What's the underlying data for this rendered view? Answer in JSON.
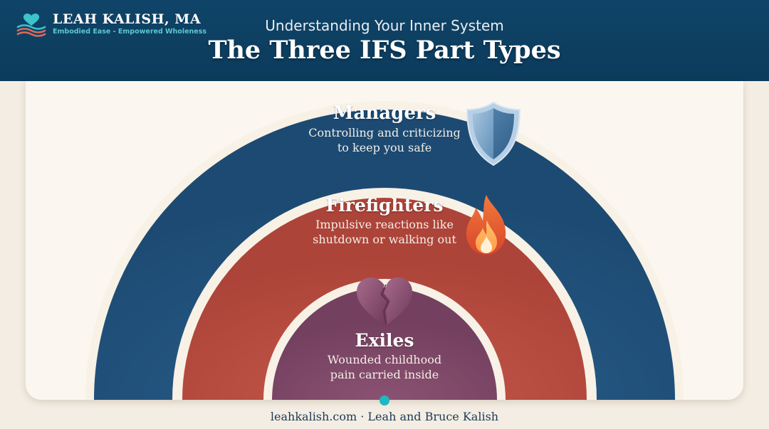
{
  "brand": {
    "name": "LEAH KALISH, MA",
    "tagline": "Embodied Ease - Empowered Wholeness"
  },
  "header": {
    "subtitle": "Understanding Your Inner System",
    "title": "The Three IFS Part Types"
  },
  "parts": [
    {
      "name": "Managers",
      "desc_line1": "Controlling and criticizing",
      "desc_line2": "to keep you safe",
      "color": "#1f4f7a",
      "icon": "shield-icon"
    },
    {
      "name": "Firefighters",
      "desc_line1": "Impulsive reactions like",
      "desc_line2": "shutdown or walking out",
      "color": "#b84a3e",
      "icon": "flame-icon"
    },
    {
      "name": "Exiles",
      "desc_line1": "Wounded childhood",
      "desc_line2": "pain carried inside",
      "color": "#7b4566",
      "icon": "broken-heart-icon"
    }
  ],
  "footer": {
    "text": "leahkalish.com · Leah and Bruce Kalish"
  }
}
